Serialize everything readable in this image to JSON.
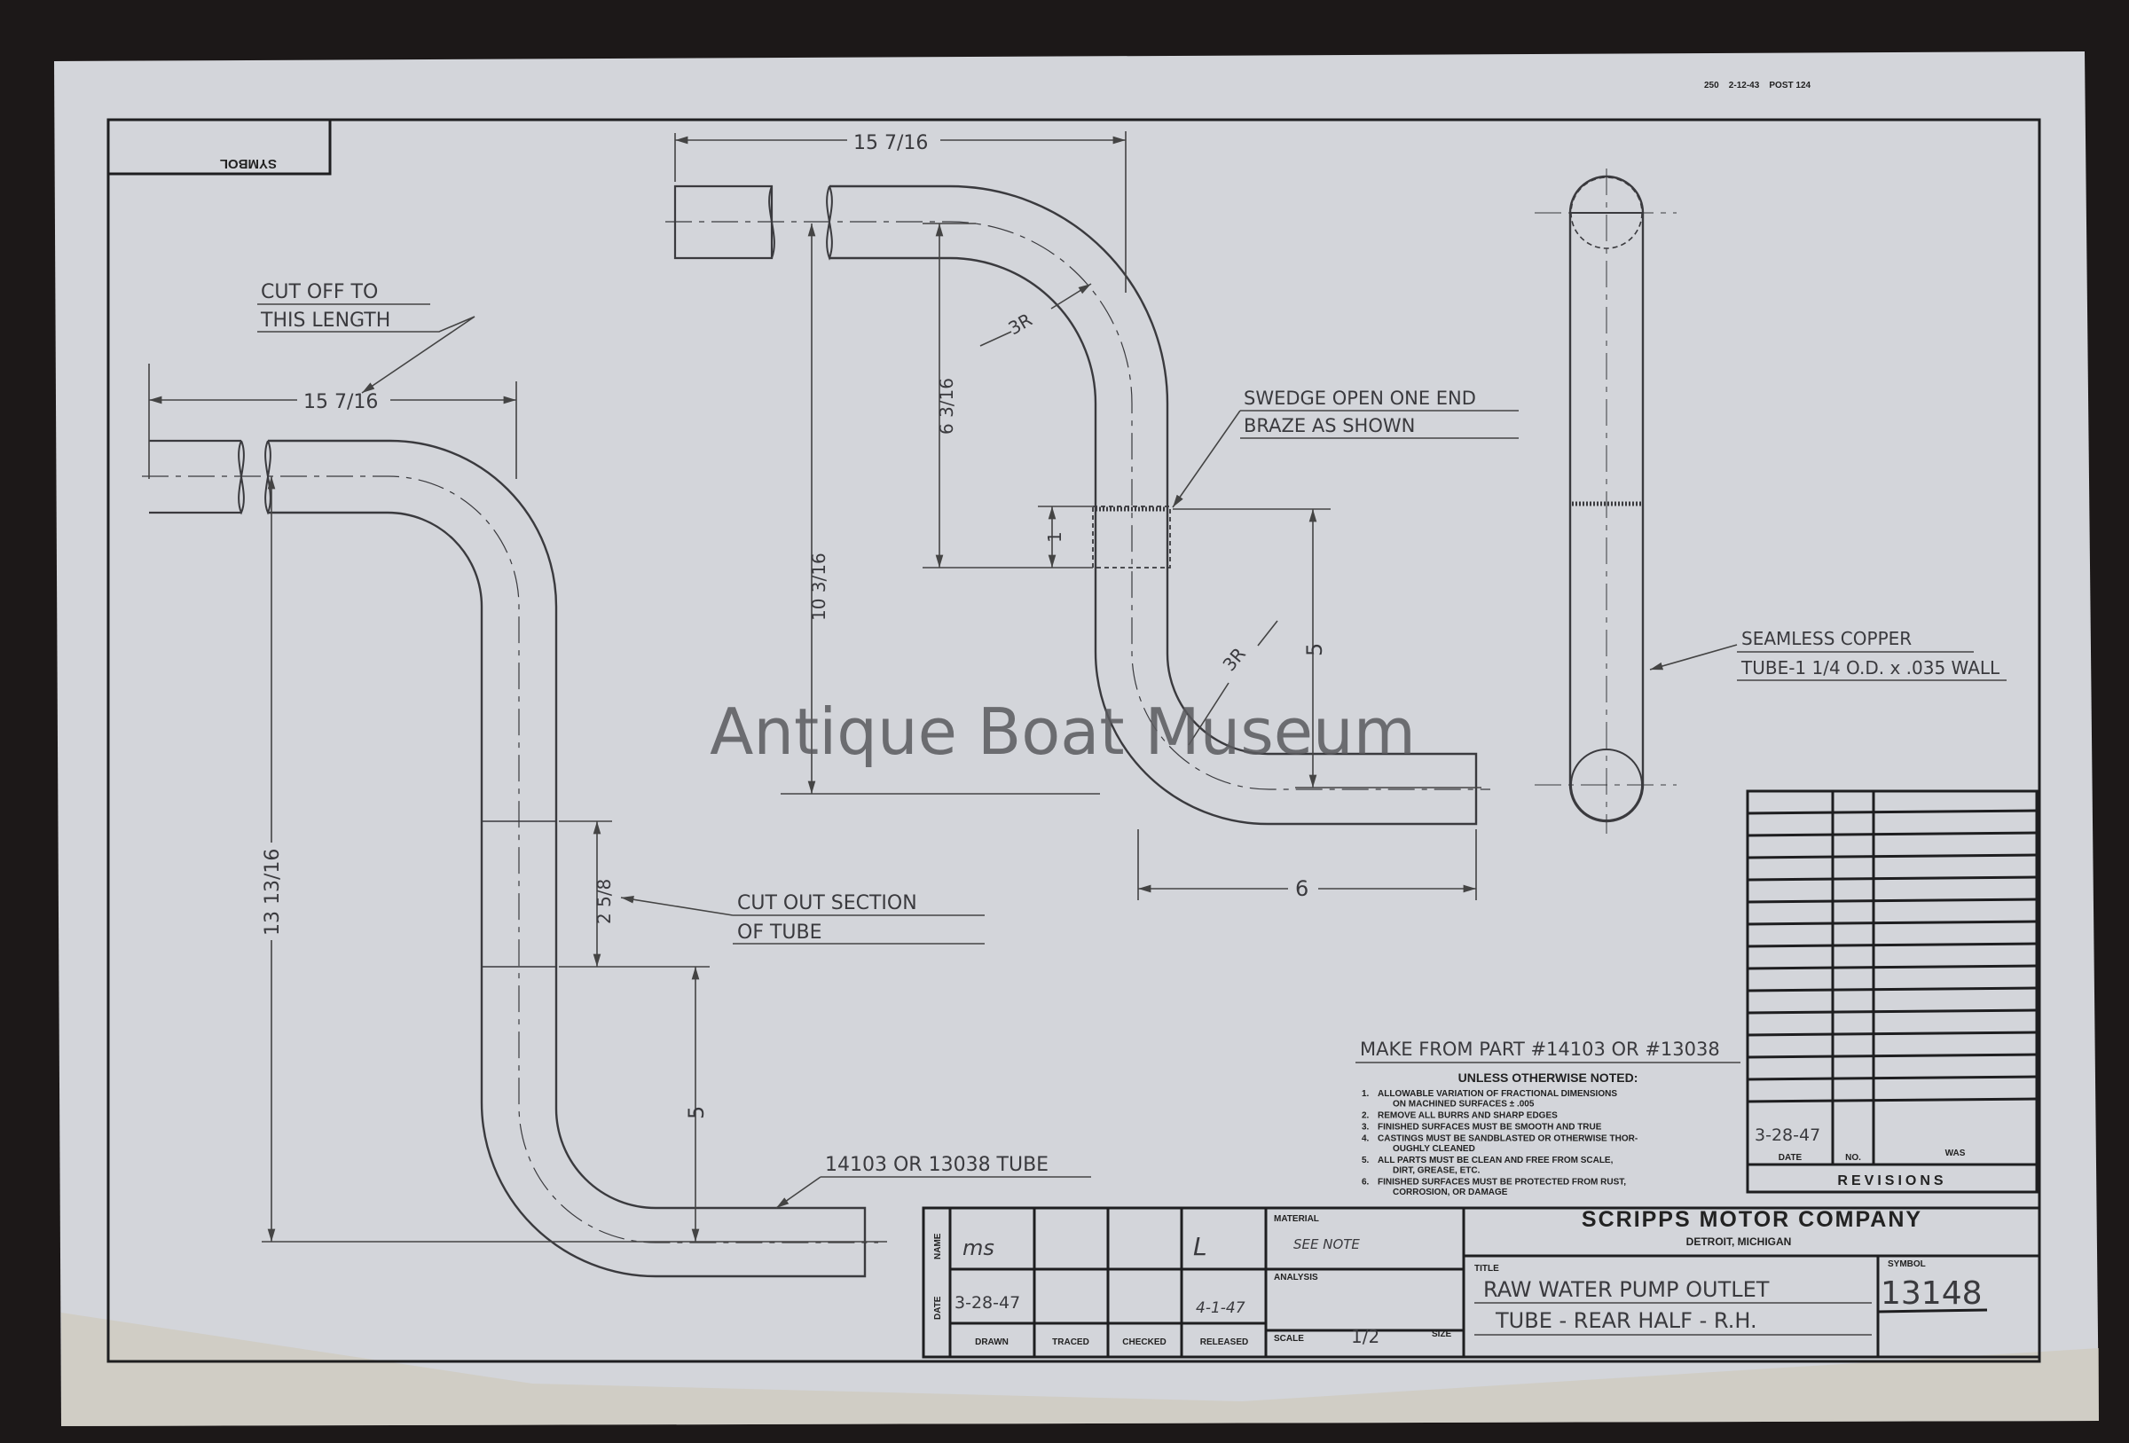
{
  "stamp": "250    2-12-43    POST 124",
  "symbol_corner_label": "SYMBOL",
  "watermark": "Antique Boat Museum",
  "left_view": {
    "cut_off_label": [
      "CUT OFF TO",
      "THIS LENGTH"
    ],
    "length_dim": "15 7/16",
    "height_dim": "13 13/16",
    "cut_section_dim": "2 5/8",
    "lower_dim": "5",
    "cut_out_label": [
      "CUT OUT SECTION",
      "OF TUBE"
    ],
    "tube_label": "14103 OR 13038 TUBE"
  },
  "center_view": {
    "length_dim": "15 7/16",
    "upper_height_dim": "6 3/16",
    "total_height_dim": "10 3/16",
    "sleeve_dim": "1",
    "lower_height_dim": "5",
    "bottom_length_dim": "6",
    "radius_upper": "3R",
    "radius_lower": "3R",
    "swedge_label": [
      "SWEDGE OPEN ONE END",
      "BRAZE AS SHOWN"
    ]
  },
  "side_view": {
    "material_label": [
      "SEAMLESS COPPER",
      "TUBE-1 1/4 O.D. x .035 WALL"
    ]
  },
  "notes": {
    "make_from": "MAKE FROM PART #14103 OR #13038",
    "heading": "UNLESS OTHERWISE NOTED:",
    "items": [
      {
        "num": "1.",
        "lines": [
          "ALLOWABLE VARIATION OF FRACTIONAL DIMENSIONS",
          "ON MACHINED SURFACES ± .005"
        ]
      },
      {
        "num": "2.",
        "lines": [
          "REMOVE ALL BURRS AND SHARP EDGES"
        ]
      },
      {
        "num": "3.",
        "lines": [
          "FINISHED SURFACES MUST BE SMOOTH AND TRUE"
        ]
      },
      {
        "num": "4.",
        "lines": [
          "CASTINGS MUST BE SANDBLASTED OR OTHERWISE THOR-",
          "OUGHLY CLEANED"
        ]
      },
      {
        "num": "5.",
        "lines": [
          "ALL PARTS MUST BE CLEAN AND FREE FROM SCALE,",
          "DIRT, GREASE, ETC."
        ]
      },
      {
        "num": "6.",
        "lines": [
          "FINISHED SURFACES MUST BE PROTECTED FROM RUST,",
          "CORROSION, OR DAMAGE"
        ]
      }
    ]
  },
  "revisions": {
    "title": "REVISIONS",
    "col_date": "DATE",
    "col_no": "NO.",
    "col_was": "WAS",
    "entry_date": "3-28-47"
  },
  "title_block": {
    "row_name": "NAME",
    "row_date": "DATE",
    "drawn_label": "DRAWN",
    "traced_label": "TRACED",
    "checked_label": "CHECKED",
    "released_label": "RELEASED",
    "drawn_name": "ms",
    "drawn_date": "3-28-47",
    "released_name": "L",
    "released_date": "4-1-47",
    "material_label": "MATERIAL",
    "material_value": "SEE NOTE",
    "analysis_label": "ANALYSIS",
    "scale_label": "SCALE",
    "scale_value": "1/2",
    "size_label": "SIZE",
    "company": "SCRIPPS MOTOR COMPANY",
    "location": "DETROIT, MICHIGAN",
    "title_label": "TITLE",
    "title_lines": [
      "RAW WATER PUMP OUTLET",
      "TUBE - REAR HALF - R.H."
    ],
    "symbol_label": "SYMBOL",
    "symbol_value": "13148"
  }
}
